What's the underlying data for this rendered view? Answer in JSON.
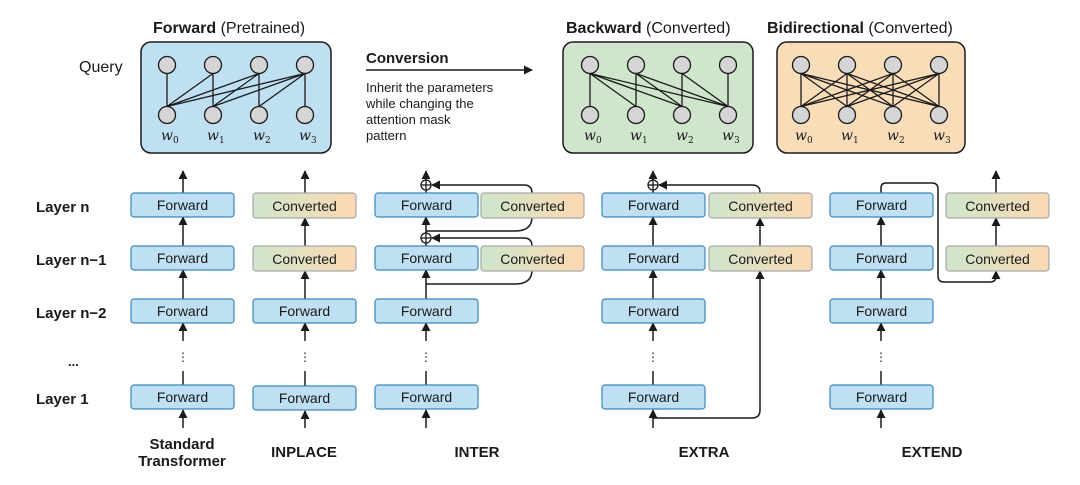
{
  "top": {
    "query_label": "Query",
    "forward_title_bold": "Forward",
    "forward_title_rest": " (Pretrained)",
    "backward_title_bold": "Backward",
    "backward_title_rest": " (Converted)",
    "bidir_title_bold": "Bidirectional",
    "bidir_title_rest": " (Converted)",
    "conversion_title": "Conversion",
    "conversion_lines": [
      "Inherit the parameters",
      "while changing the",
      "attention mask",
      "pattern"
    ],
    "token_sub": [
      "0",
      "1",
      "2",
      "3"
    ],
    "token_base": "w"
  },
  "rows": {
    "layer_n": "Layer n",
    "layer_n1": "Layer n−1",
    "layer_n2": "Layer n−2",
    "ellipsis": "...",
    "layer_1": "Layer 1"
  },
  "boxes": {
    "forward": "Forward",
    "converted": "Converted"
  },
  "columns": {
    "standard_line1": "Standard",
    "standard_line2": "Transformer",
    "inplace": "INPLACE",
    "inter": "INTER",
    "extra": "EXTRA",
    "extend": "EXTEND"
  },
  "colors": {
    "forward_fill": "#bfe0f2",
    "forward_stroke": "#3a87b9",
    "backward_fill": "#cfe6cc",
    "bidir_fill": "#f9ddb9",
    "converted_gradient_left": "#cfe6cc",
    "converted_gradient_right": "#fbd9b2"
  }
}
